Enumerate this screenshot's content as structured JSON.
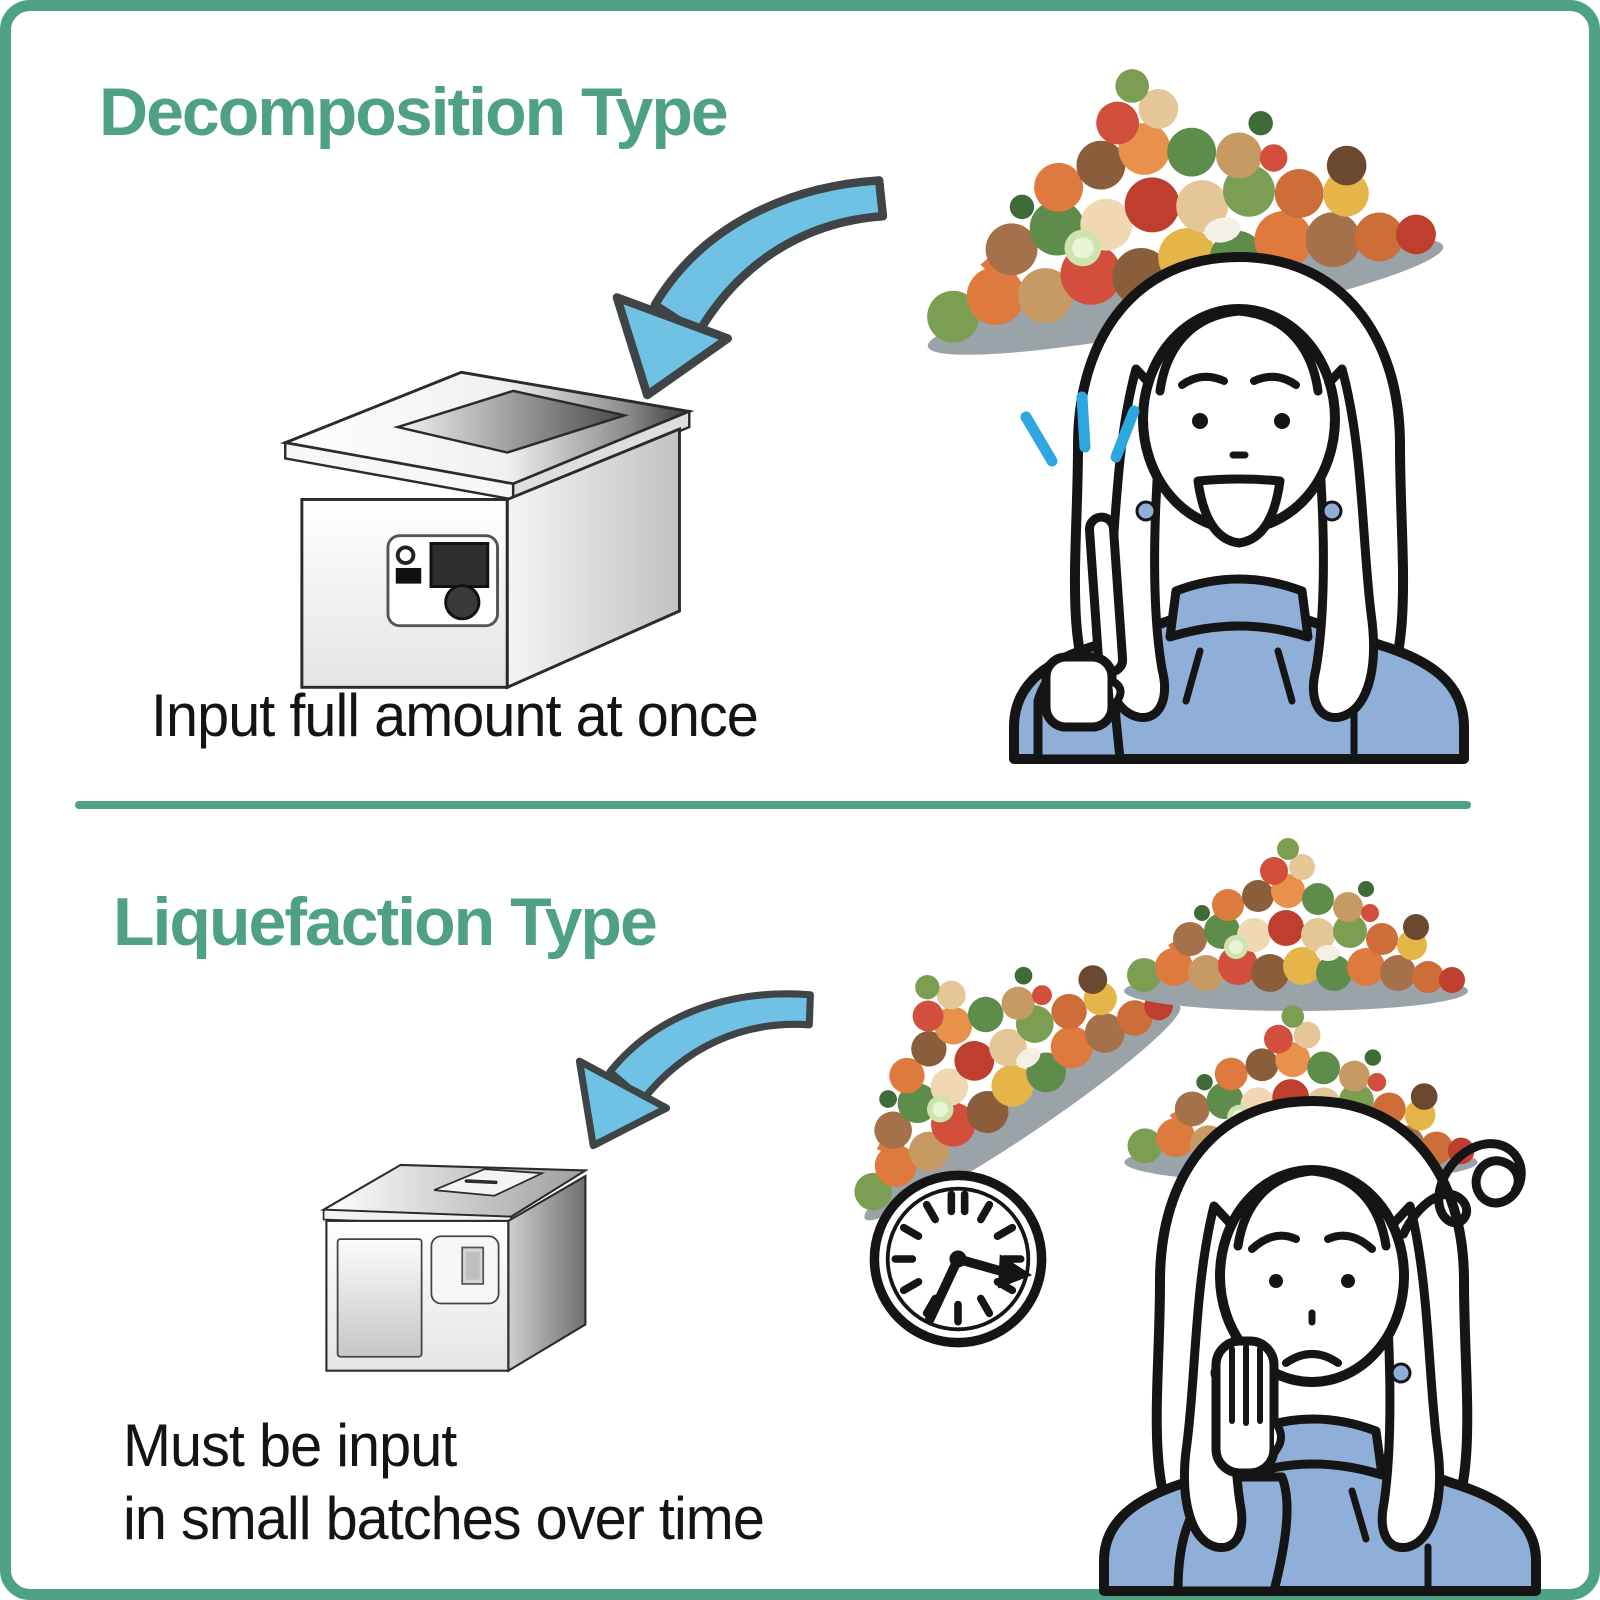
{
  "frame": {
    "background": "#ffffff",
    "border_color": "#4ea183",
    "divider_color": "#4ea183"
  },
  "sections": {
    "decomposition": {
      "title": "Decomposition Type",
      "caption": "Input full amount at once"
    },
    "liquefaction": {
      "title": "Liquefaction Type",
      "caption_line1": "Must be input",
      "caption_line2": "in small batches over time"
    }
  },
  "colors": {
    "accent_green": "#4ea183",
    "arrow_fill": "#6fc2e4",
    "arrow_outline": "#3f4447",
    "sweater_blue": "#8fafd8",
    "earring_blue": "#8fafd8",
    "sparkle_blue": "#2ea7e0",
    "platter_gray": "#9aa3a8",
    "outline_black": "#151515",
    "text_color": "#141414"
  },
  "icons": {
    "arrow_top": "curved-arrow-down-left-icon",
    "arrow_bottom": "curved-arrow-down-left-icon",
    "food_pile_top": "food-waste-pile-icon",
    "food_pile_tilted": "food-waste-pile-tilted-icon",
    "food_plate_1": "food-waste-plate-icon",
    "food_plate_2": "food-waste-plate-icon",
    "machine_decomposition": "decomposition-machine-icon",
    "machine_liquefaction": "liquefaction-machine-icon",
    "sparkles": "emphasis-sparkle-icon",
    "clock": "wall-clock-icon",
    "scribble": "frustration-scribble-icon",
    "woman_happy": "happy-woman-pointing-icon",
    "woman_worried": "worried-woman-thinking-icon"
  }
}
